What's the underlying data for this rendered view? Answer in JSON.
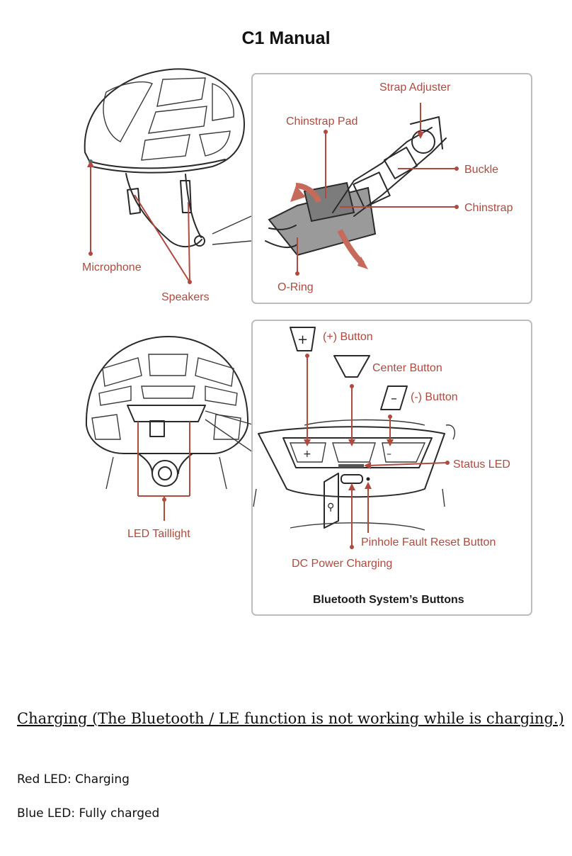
{
  "doc": {
    "title": "C1 Manual",
    "charging_heading": "Charging (The Bluetooth / LE function is not working while is charging.)",
    "red_led": "Red LED: Charging",
    "blue_led": "Blue LED: Fully charged"
  },
  "figure_top": {
    "microphone": "Microphone",
    "speakers": "Speakers",
    "strap_adjuster": "Strap Adjuster",
    "chinstrap_pad": "Chinstrap Pad",
    "buckle": "Buckle",
    "chinstrap": "Chinstrap",
    "o_ring": "O-Ring"
  },
  "figure_bottom": {
    "plus_button": "(+) Button",
    "center_button": "Center Button",
    "minus_button": "(-) Button",
    "status_led": "Status LED",
    "pinhole": "Pinhole Fault Reset Button",
    "dc_power": "DC Power Charging",
    "led_taillight": "LED Taillight",
    "caption": "Bluetooth System’s Buttons"
  },
  "colors": {
    "label": "#b04a3e",
    "panel_border": "#bdbdbd"
  }
}
